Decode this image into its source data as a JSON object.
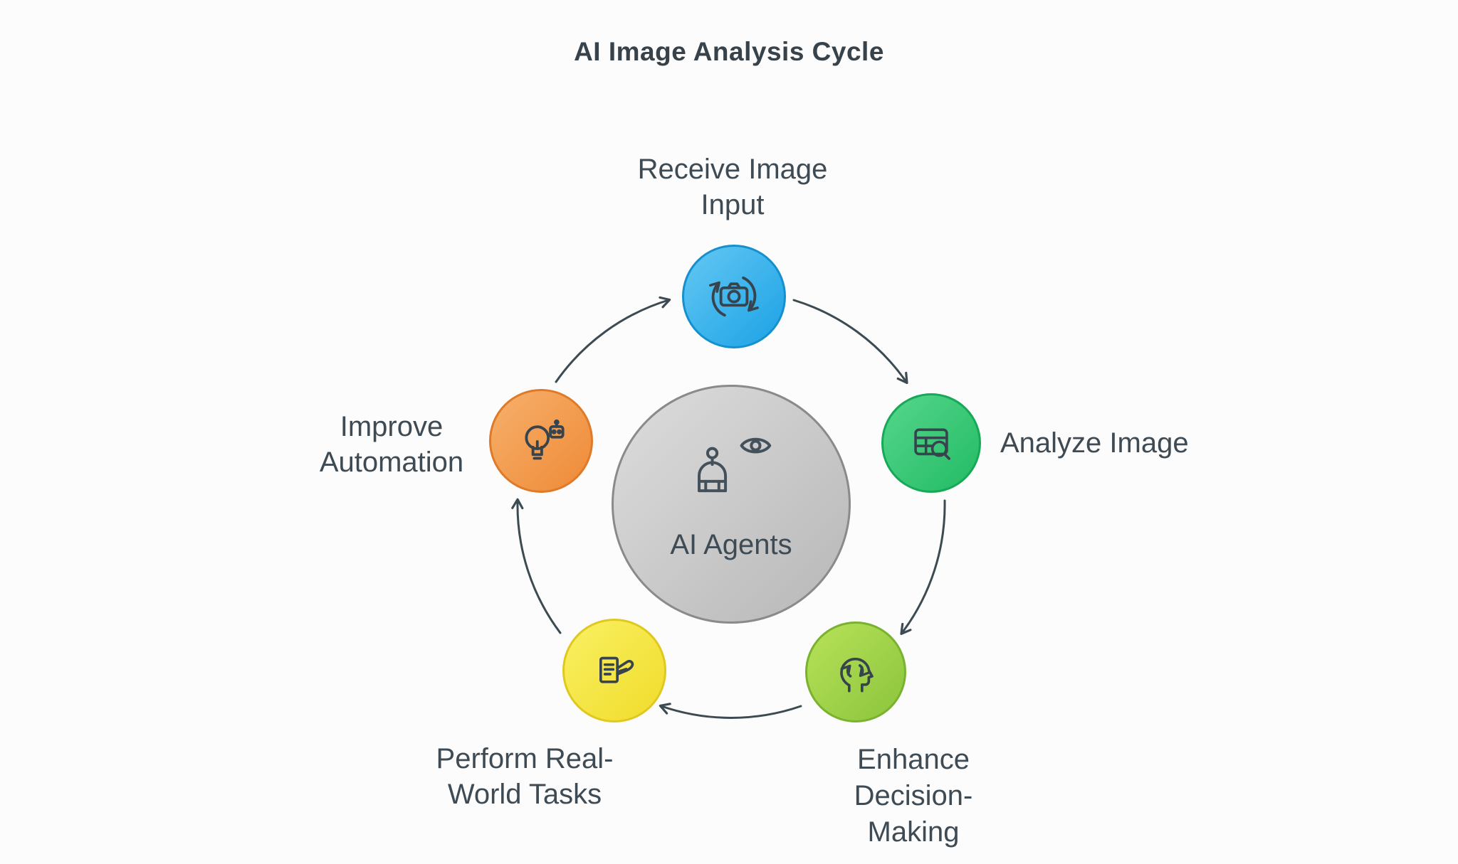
{
  "title": "AI Image Analysis Cycle",
  "center": {
    "label": "AI Agents",
    "icons": [
      "eye-icon",
      "robot-icon"
    ],
    "color_top": "#dddddd",
    "color_bottom": "#b7b7b7",
    "border": "#8a8a8a"
  },
  "nodes": [
    {
      "id": "receive-image-input",
      "label": "Receive Image\nInput",
      "icon": "camera-sync-icon",
      "color_top": "#64c8f3",
      "color_bottom": "#1ba2e5",
      "border": "#1590cf"
    },
    {
      "id": "analyze-image",
      "label": "Analyze Image",
      "icon": "table-search-icon",
      "color_top": "#55d68c",
      "color_bottom": "#23bb64",
      "border": "#17a957"
    },
    {
      "id": "enhance-decision-making",
      "label": "Enhance\nDecision-\nMaking",
      "icon": "head-refresh-icon",
      "color_top": "#b8e259",
      "color_bottom": "#8ac43c",
      "border": "#79b22f"
    },
    {
      "id": "perform-real-world-tasks",
      "label": "Perform Real-\nWorld Tasks",
      "icon": "hand-document-icon",
      "color_top": "#f9f063",
      "color_bottom": "#f1dc2b",
      "border": "#e0c81e"
    },
    {
      "id": "improve-automation",
      "label": "Improve\nAutomation",
      "icon": "bulb-robot-icon",
      "color_top": "#f7b06c",
      "color_bottom": "#ee8a36",
      "border": "#de7a28"
    }
  ],
  "arrow_color": "#3c4a52",
  "text_color": "#3f4b54"
}
